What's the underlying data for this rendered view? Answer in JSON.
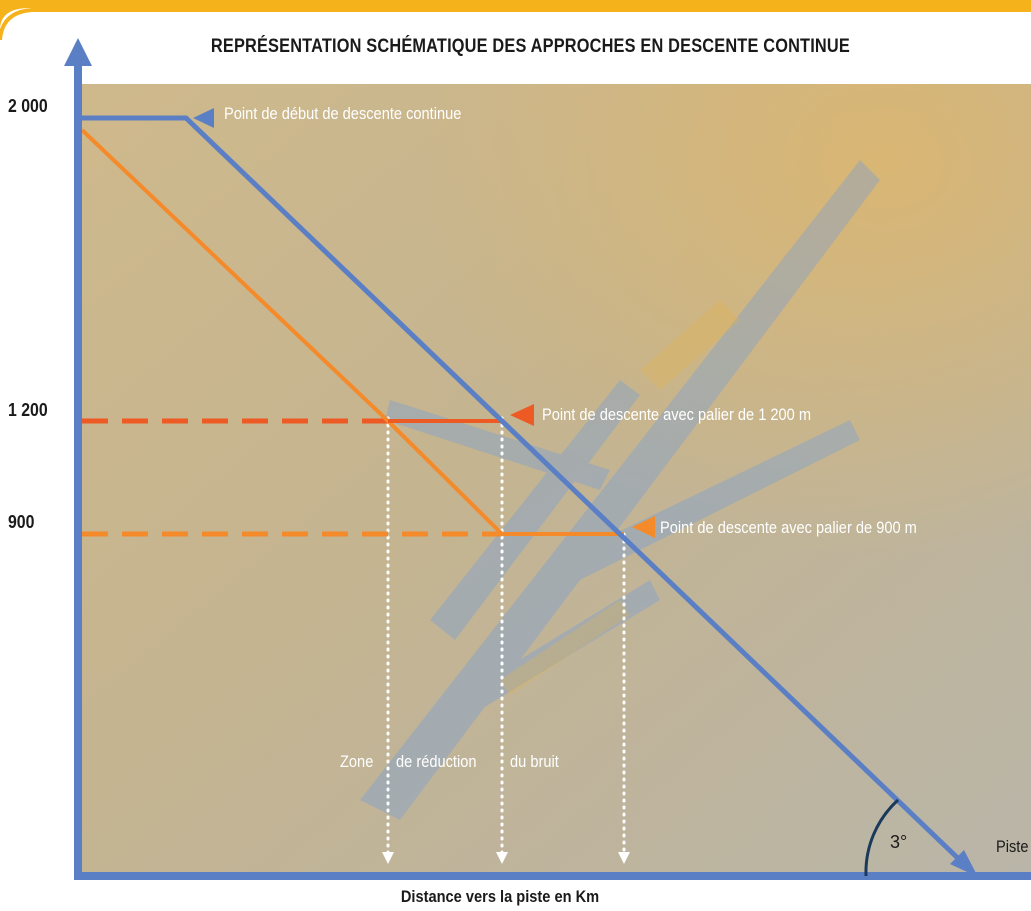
{
  "title": "REPRÉSENTATION SCHÉMATIQUE DES APPROCHES EN DESCENTE CONTINUE",
  "y_ticks": {
    "t2000": "2 000",
    "t1200": "1 200",
    "t900": "900"
  },
  "annotations": {
    "start_point": "Point de début de descente continue",
    "level_1200": "Point de descente avec palier de 1 200 m",
    "level_900": "Point de descente avec palier de 900 m",
    "noise_zone_1": "Zone",
    "noise_zone_2": "de réduction",
    "noise_zone_3": "du bruit"
  },
  "angle_label": "3°",
  "runway_label": "Piste",
  "x_axis_label": "Distance vers la piste en Km",
  "colors": {
    "blue": "#5b7fc4",
    "orange": "#f48a2a",
    "red_orange": "#ee5a24",
    "border": "#f6b21a",
    "background_tan": "#c9b48a"
  }
}
